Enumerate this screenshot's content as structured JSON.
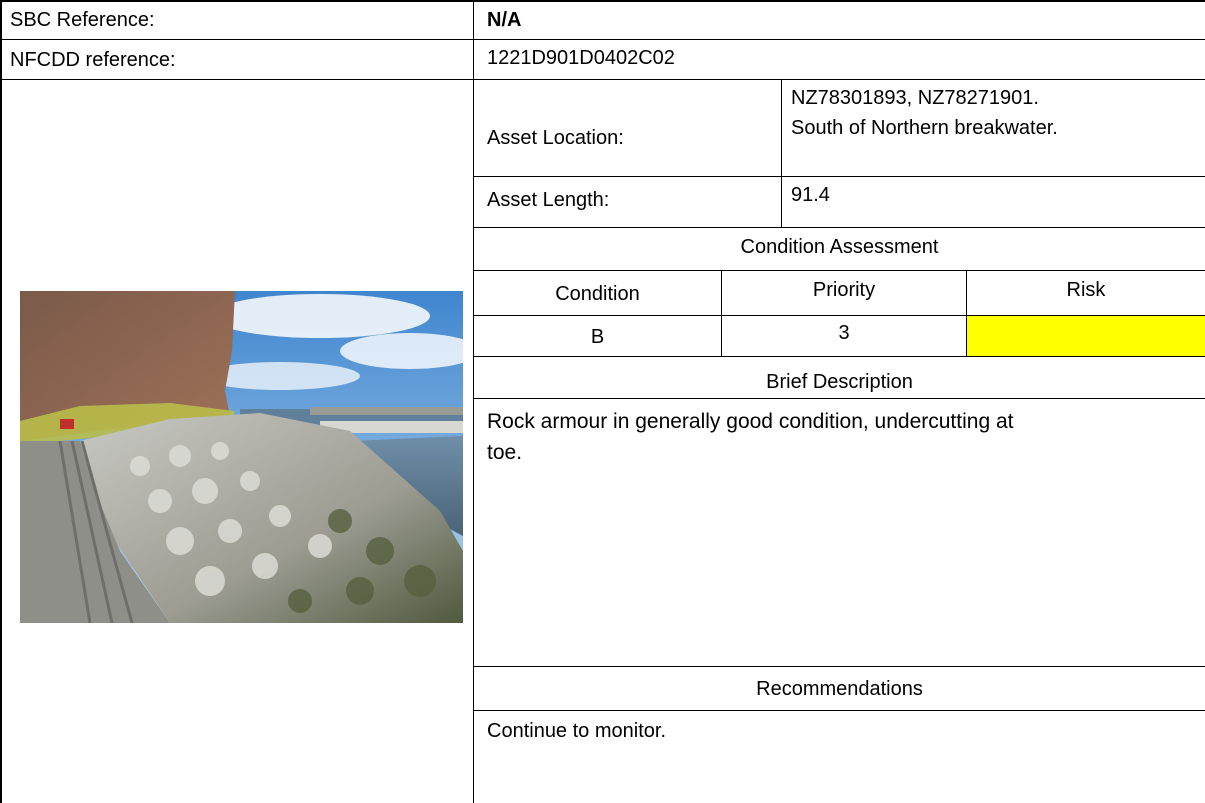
{
  "sbc": {
    "label": "SBC Reference:",
    "value": "N/A"
  },
  "nfcdd": {
    "label": "NFCDD reference:",
    "value": "1221D901D0402C02"
  },
  "location": {
    "label": "Asset Location:",
    "line1": "NZ78301893, NZ78271901.",
    "line2": "South of Northern breakwater."
  },
  "length": {
    "label": "Asset Length:",
    "value": "91.4"
  },
  "assessment": {
    "heading": "Condition Assessment",
    "condition_header": "Condition",
    "priority_header": "Priority",
    "risk_header": "Risk",
    "condition_value": "B",
    "priority_value": "3",
    "risk_color": "#ffff00"
  },
  "description": {
    "heading": "Brief Description",
    "line1": "Rock armour in generally good condition, undercutting at",
    "line2": "toe."
  },
  "recommendations": {
    "heading": "Recommendations",
    "text": "Continue to monitor."
  }
}
